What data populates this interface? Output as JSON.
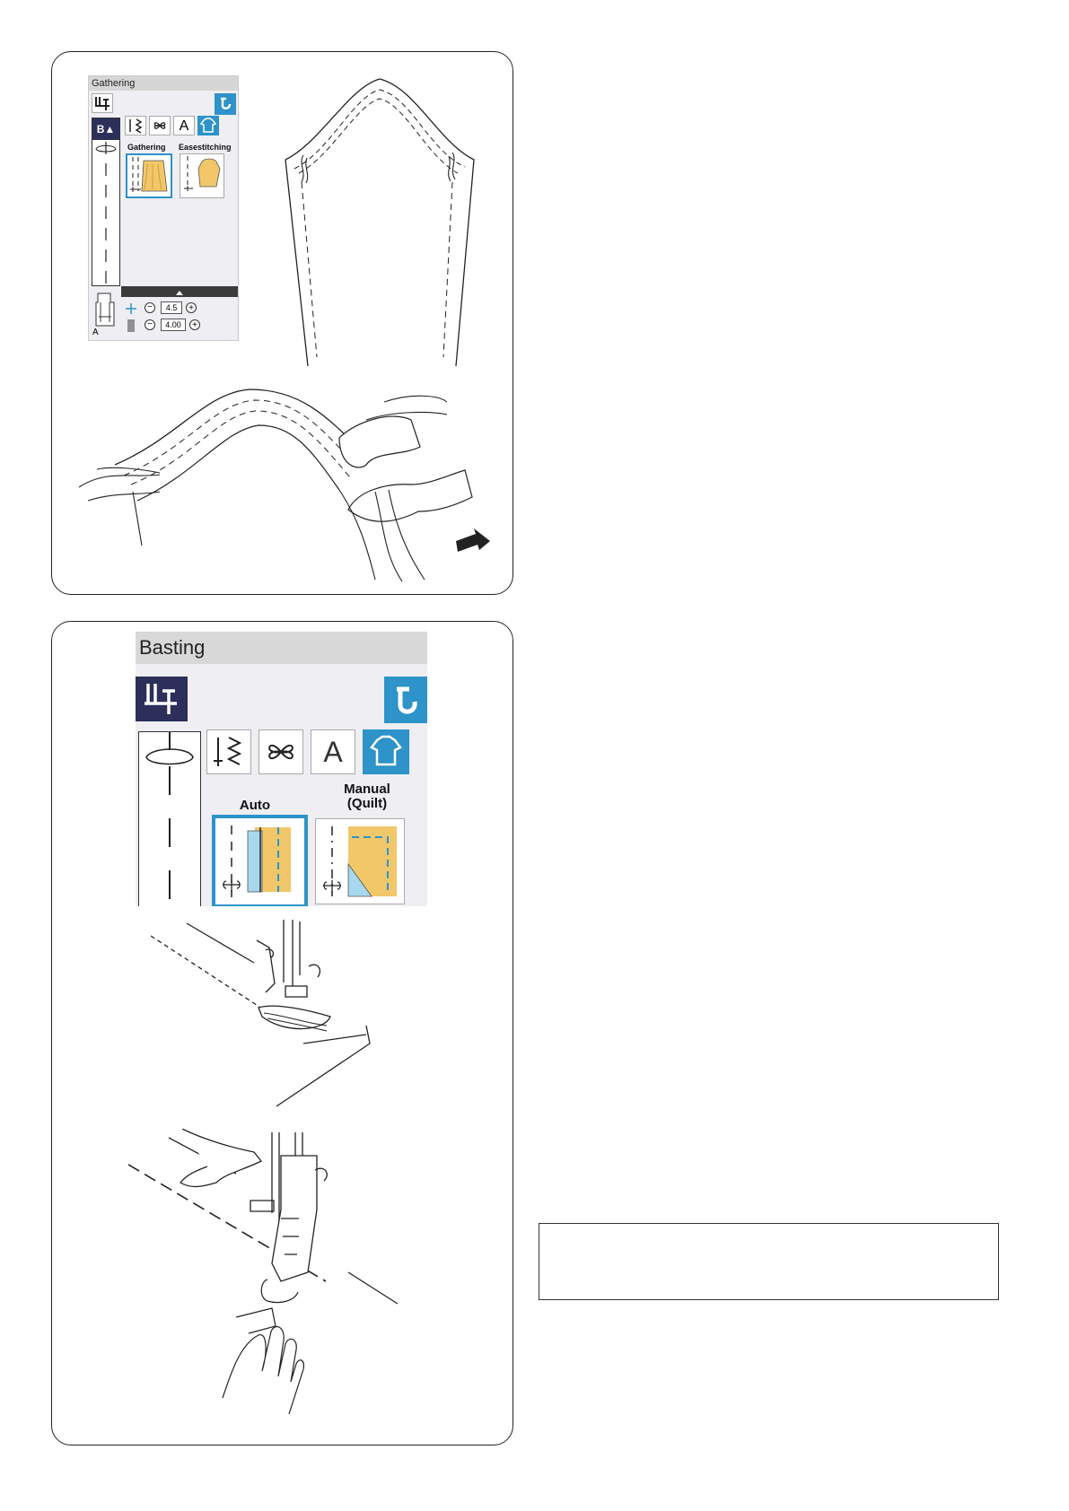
{
  "gathering_screen": {
    "title": "Gathering",
    "foot_label": "A",
    "option_1": "Gathering",
    "option_2": "Easestitching",
    "width_value": "4.5",
    "length_value": "4.00",
    "mode_badge": "B"
  },
  "basting_screen": {
    "title": "Basting",
    "option_1": "Auto",
    "option_2_line1": "Manual",
    "option_2_line2": "(Quilt)"
  },
  "colors": {
    "accent_blue": "#2d93c9",
    "navy": "#2b2f5a",
    "fabric_gold": "#f1c76a"
  }
}
